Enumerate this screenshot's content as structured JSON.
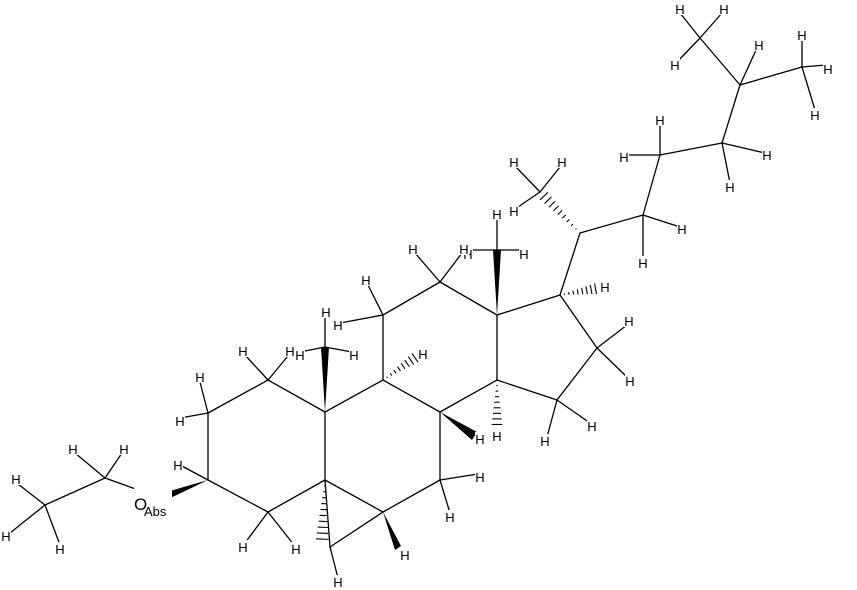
{
  "diagram": {
    "atom_labels": {
      "hydrogen": "H",
      "oxygen": "O",
      "abs": "Abs"
    }
  }
}
